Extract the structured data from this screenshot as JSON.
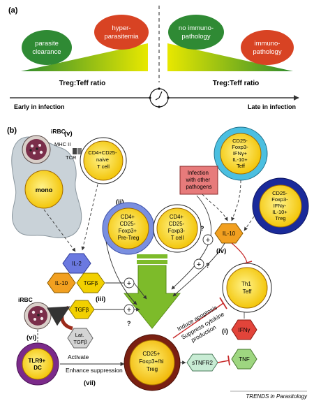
{
  "panel_a": {
    "label": "(a)",
    "early_left": [
      "parasite",
      "clearance"
    ],
    "early_right": [
      "hyper-",
      "parasitemia"
    ],
    "late_left": [
      "no immuno-",
      "pathology"
    ],
    "late_right": [
      "immuno-",
      "pathology"
    ],
    "ratio_label_left": "Treg:Teff ratio",
    "ratio_label_right": "Treg:Teff ratio",
    "timeline_start": "Early in infection",
    "timeline_end": "Late in infection"
  },
  "panel_b": {
    "label": "(b)",
    "irbc_top": "iRBC",
    "v_label": "(v)",
    "mhc": "MHC II",
    "tcr": "TCR",
    "naive_cell": [
      "CD4+CD25-",
      "naive",
      "T cell"
    ],
    "mono": "mono",
    "teff_cell": [
      "CD25-",
      "Foxp3-",
      "IFNγ+",
      "IL-10+",
      "Teff"
    ],
    "infection_box": [
      "Infection",
      "with other",
      "pathogens"
    ],
    "treg_cell": [
      "CD25-",
      "Foxp3-",
      "IFNγ-",
      "IL-10+",
      "Treg"
    ],
    "ii_label": "(ii)",
    "pretreg": [
      "CD4+",
      "CD25-",
      "Foxp3+",
      "Pre-Treg"
    ],
    "tcell": [
      "CD4+",
      "CD25-",
      "Foxp3-",
      "T cell"
    ],
    "il10_right": "IL-10",
    "q1": "?",
    "plus": "+",
    "iv_label": "(iv)",
    "q2": "?",
    "il2": "IL-2",
    "il10_left": "IL-10",
    "tgfb": "TGFβ",
    "th1": [
      "Th1",
      "Teff"
    ],
    "iii_label": "(iii)",
    "irbc_bottom": "iRBC",
    "tgfb2": "TGFβ",
    "vi_label": "(vi)",
    "lat_tgfb": [
      "Lat.",
      "TGFβ"
    ],
    "q3": "?",
    "induce": "Induce apoptosis",
    "suppress": [
      "Suppress cytokine",
      "production"
    ],
    "i_label": "(i)",
    "ifng": "IFNγ",
    "tlr_dc": [
      "TLR9+",
      "DC"
    ],
    "activate": "Activate",
    "enhance": "Enhance suppression",
    "vii_label": "(vii)",
    "main_treg": [
      "CD25+",
      "Foxp3+/hi",
      "Treg"
    ],
    "stnfr2": "sTNFR2",
    "tnf": "TNF"
  },
  "footer": "TRENDS in Parasitology"
}
